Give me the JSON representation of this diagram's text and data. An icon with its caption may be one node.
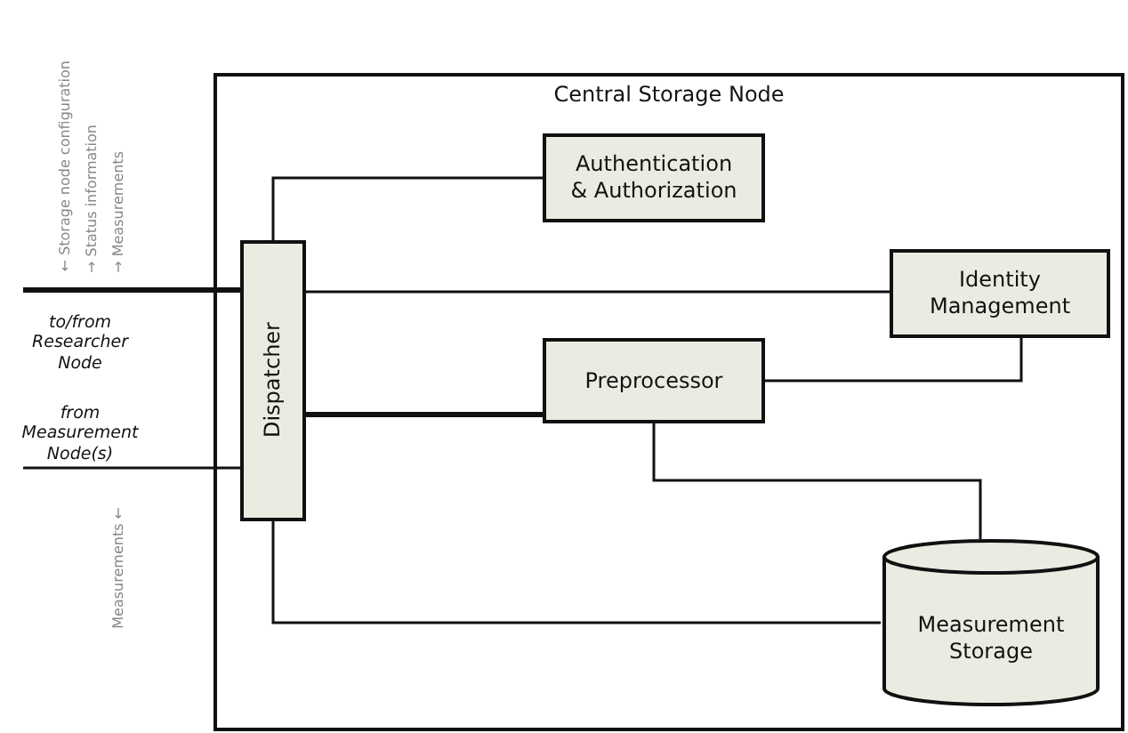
{
  "diagram": {
    "nodes": [
      {
        "text": [
          "Central Storage Node"
        ]
      },
      {
        "text": [
          "Authentication & Authorization"
        ],
        "in": 0
      },
      {
        "text": [
          "Dispatcher"
        ],
        "in": 0
      },
      {
        "text": [
          "Identity Management"
        ],
        "in": 0
      },
      {
        "text": [
          "Preprocessor"
        ],
        "in": 0
      },
      {
        "text": [
          "Measurement Storage"
        ],
        "in": 0
      }
    ],
    "edges": [
      {
        "from": null,
        "to": 2,
        "arrow": "none",
        "label": "to/from Researcher Node",
        "style": "thick"
      },
      {
        "from": null,
        "to": 2,
        "arrow": "none",
        "label": "from Measurement Node(s)"
      },
      {
        "from": 2,
        "to": 1,
        "arrow": "none"
      },
      {
        "from": 2,
        "to": 3,
        "arrow": "none"
      },
      {
        "from": 2,
        "to": 4,
        "arrow": "none",
        "style": "thick"
      },
      {
        "from": 4,
        "to": 3,
        "arrow": "none"
      },
      {
        "from": 4,
        "to": 5,
        "arrow": "none"
      },
      {
        "from": 2,
        "to": 5,
        "arrow": "none"
      }
    ],
    "labels": [
      "← Storage node configuration",
      "→ Status information",
      "→ Measurements",
      "Measurements ←"
    ]
  }
}
